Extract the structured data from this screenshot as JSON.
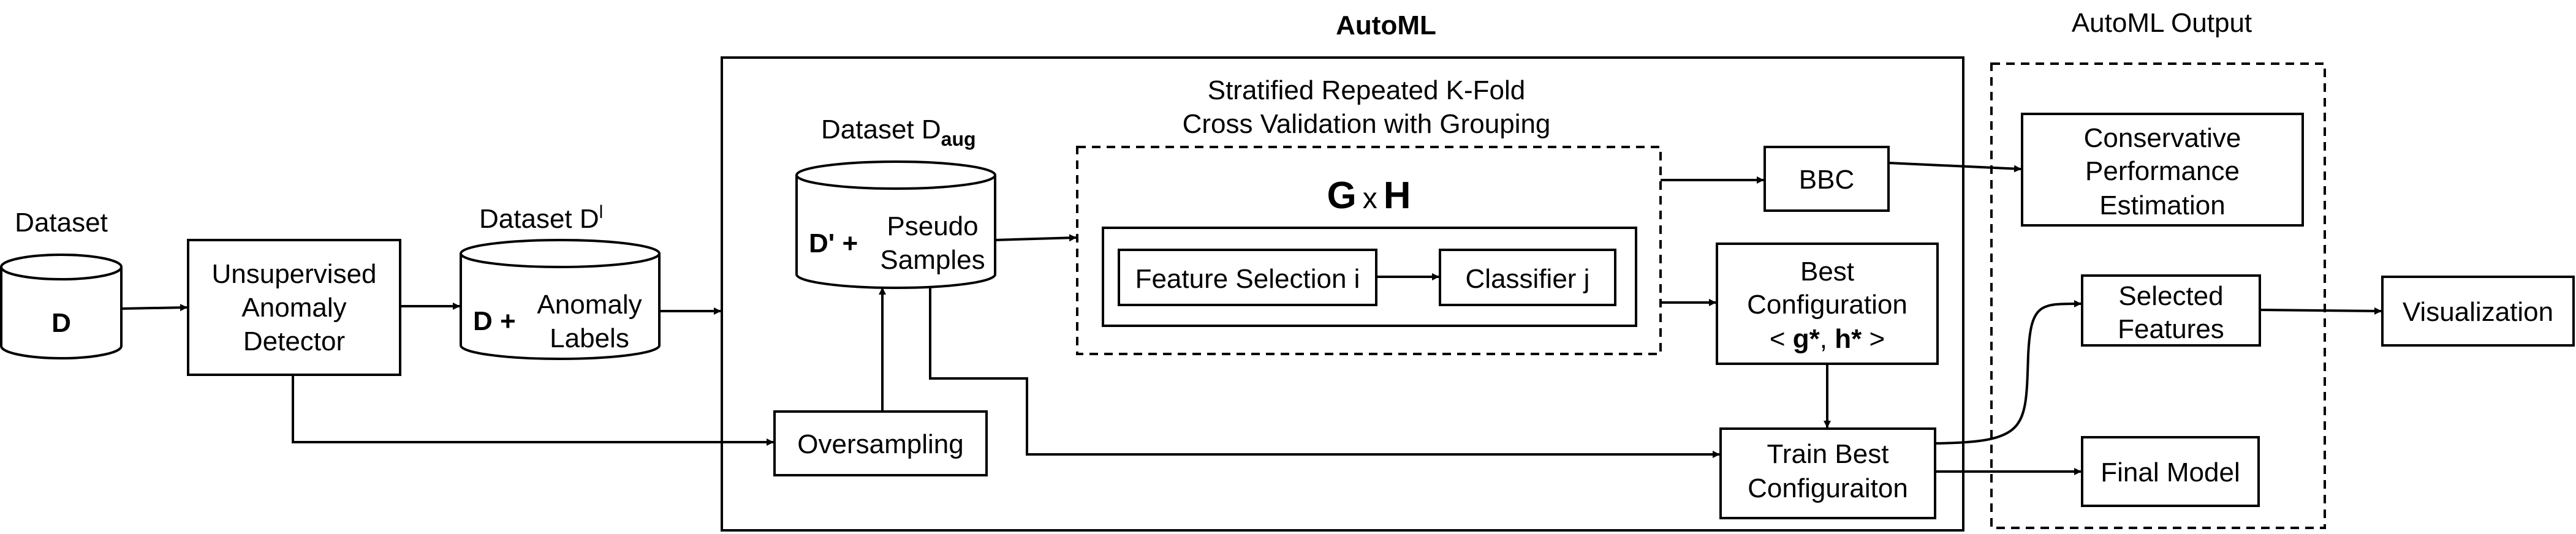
{
  "labels": {
    "dataset_caption": "Dataset",
    "dataset_d": "D",
    "detector": [
      "Unsupervised",
      "Anomaly",
      "Detector"
    ],
    "dataset_dl_caption": "Dataset D",
    "dataset_dl_sup": "l",
    "dataset_dl_plus": "D +",
    "dataset_dl_text": [
      "Anomaly",
      "Labels"
    ],
    "automl_title": "AutoML",
    "dataset_daug_caption": "Dataset D",
    "dataset_daug_sub": "aug",
    "daug_prefix": "D' +",
    "daug_text": [
      "Pseudo",
      "Samples"
    ],
    "cv_title": [
      "Stratified Repeated K-Fold",
      "Cross Validation with Grouping"
    ],
    "gxh_g": "G",
    "gxh_x": "x",
    "gxh_h": "H",
    "feature_selection": "Feature Selection i",
    "classifier": "Classifier j",
    "bbc": "BBC",
    "best_config": [
      "Best",
      "Configuration"
    ],
    "best_config_open": "< ",
    "best_config_g": "g*",
    "best_config_comma": ", ",
    "best_config_h": "h*",
    "best_config_close": " >",
    "oversampling": "Oversampling",
    "train_best": [
      "Train Best",
      "Configuraiton"
    ],
    "automl_output_title": "AutoML Output",
    "conservative": [
      "Conservative",
      "Performance",
      "Estimation"
    ],
    "selected_features": [
      "Selected",
      "Features"
    ],
    "final_model": "Final Model",
    "visualization": "Visualization"
  }
}
